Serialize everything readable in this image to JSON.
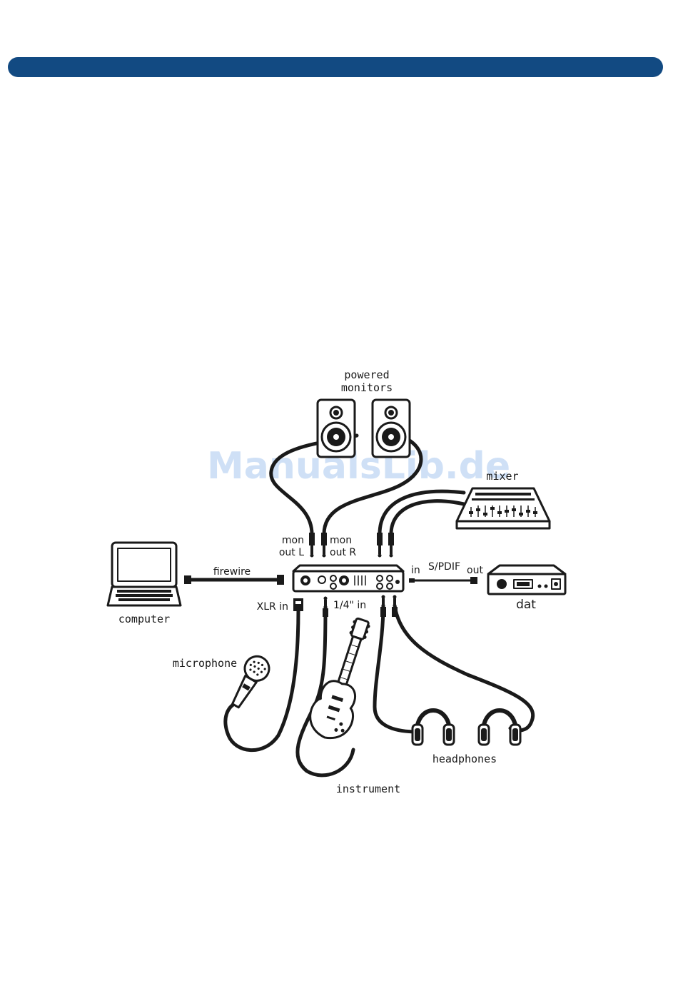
{
  "colors": {
    "header": "#124a82",
    "watermark": "#a9c8ef",
    "ink": "#1a1a1a"
  },
  "watermark": "ManualsLib.de",
  "labels": {
    "powered": "powered",
    "monitors": "monitors",
    "mixer": "mixer",
    "mon_l": "mon",
    "out_l": "out L",
    "mon_r": "mon",
    "out_r": "out R",
    "firewire": "firewire",
    "in": "in",
    "spdif": "S/PDIF",
    "out": "out",
    "computer": "computer",
    "dat": "dat",
    "xlr_in": "XLR  in",
    "quarter_in": "1/4\"  in",
    "microphone": "microphone",
    "headphones": "headphones",
    "instrument": "instrument"
  }
}
